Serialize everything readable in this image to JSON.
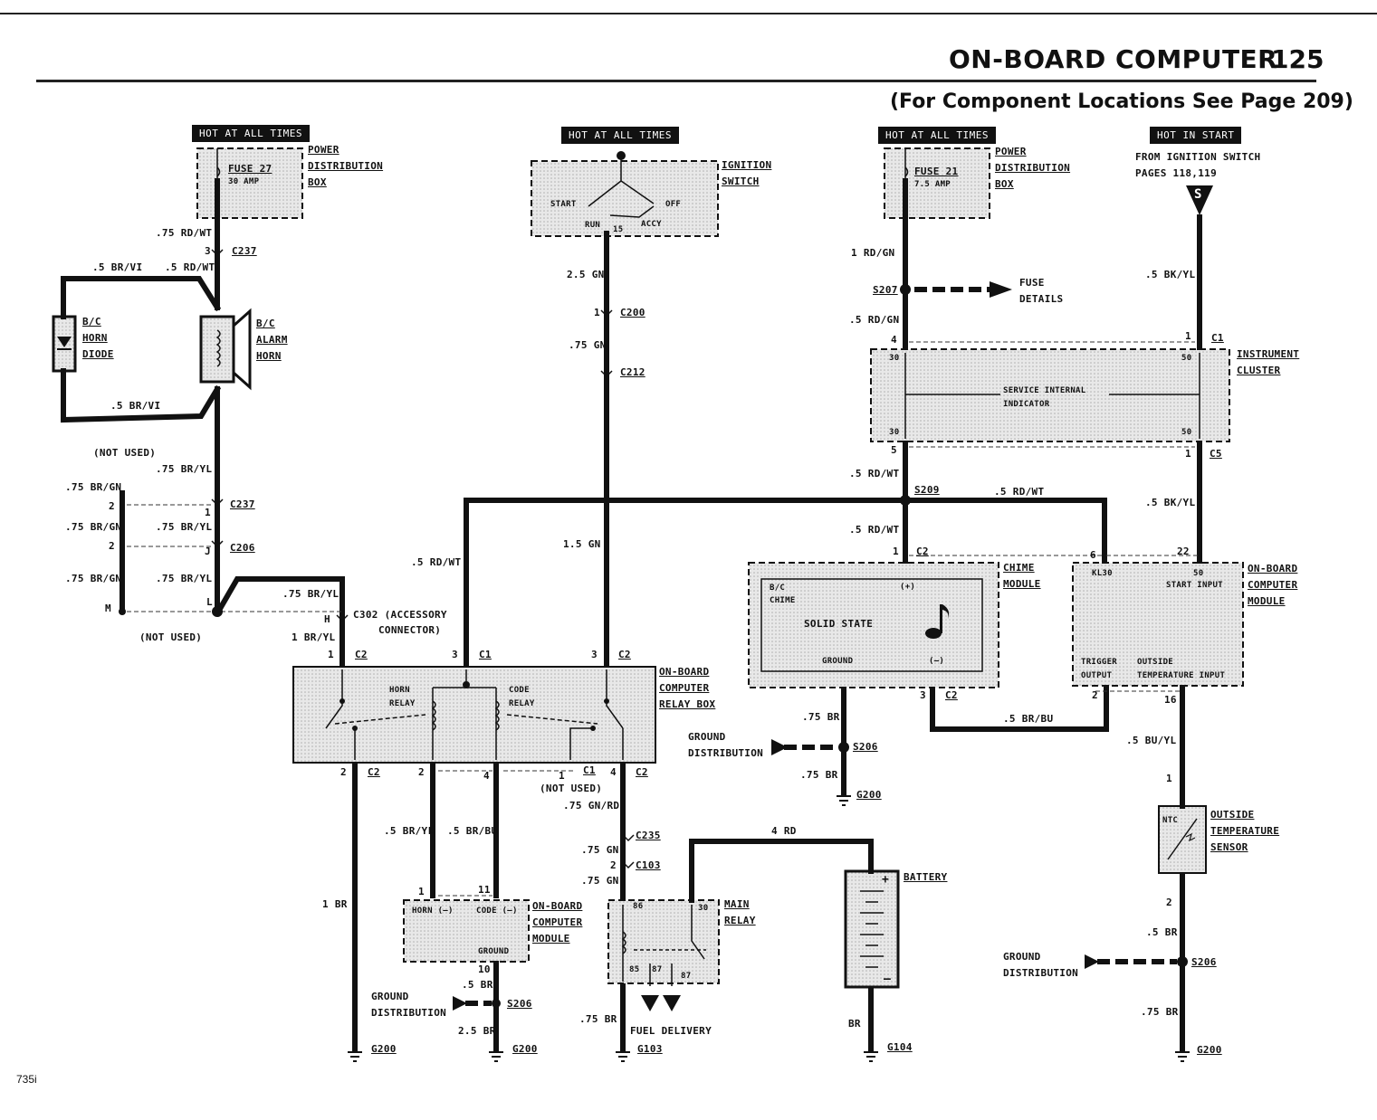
{
  "header": {
    "title": "ON-BOARD COMPUTER",
    "page_number": "125",
    "subtitle": "(For Component Locations See Page 209)"
  },
  "footer": {
    "model": "735i"
  },
  "power": {
    "hot1": "HOT AT ALL TIMES",
    "hot2": "HOT AT ALL TIMES",
    "hot3": "HOT AT ALL TIMES",
    "hot4": "HOT IN START",
    "pdb_a": [
      "POWER",
      "DISTRIBUTION",
      "BOX"
    ],
    "pdb_b": [
      "POWER",
      "DISTRIBUTION",
      "BOX"
    ],
    "fuse27": "FUSE 27",
    "fuse27_amp": "30 AMP",
    "fuse21": "FUSE 21",
    "fuse21_amp": "7.5 AMP",
    "ign_switch": [
      "IGNITION",
      "SWITCH"
    ],
    "ign_start": "START",
    "ign_off": "OFF",
    "ign_run": "RUN",
    "ign_15": "15",
    "ign_accy": "ACCY",
    "from_ign": [
      "FROM IGNITION SWITCH",
      "PAGES 118,119"
    ],
    "s_marker": "S"
  },
  "left": {
    "w1": ".75 RD/WT",
    "c237a": "C237",
    "pin3": "3",
    "w2": ".5 BR/VI",
    "w3": ".5 RD/WT",
    "diode": [
      "B/C",
      "HORN",
      "DIODE"
    ],
    "horn": [
      "B/C",
      "ALARM",
      "HORN"
    ],
    "w4": ".5 BR/VI",
    "not_used1": "(NOT USED)",
    "w5": ".75 BR/GN",
    "w6": ".75 BR/YL",
    "p2a": "2",
    "p1a": "1",
    "c237b": "C237",
    "w7": ".75 BR/GN",
    "w8": ".75 BR/YL",
    "p2b": "2",
    "pja": "J",
    "c206": "C206",
    "w9": ".75 BR/GN",
    "w10": ".75 BR/YL",
    "pm": "M",
    "pl": "L",
    "not_used2": "(NOT USED)",
    "w11": ".75 BR/YL",
    "ph": "H",
    "c302": "C302 (ACCESSORY",
    "c302b": "CONNECTOR)",
    "w12": "1 BR/YL"
  },
  "relaybox": {
    "name": [
      "ON-BOARD",
      "COMPUTER",
      "RELAY BOX"
    ],
    "horn_relay": [
      "HORN",
      "RELAY"
    ],
    "code_relay": [
      "CODE",
      "RELAY"
    ],
    "top": [
      {
        "pin": "1",
        "conn": "C2"
      },
      {
        "pin": "3",
        "conn": "C1"
      },
      {
        "pin": "3",
        "conn": "C2"
      }
    ],
    "bottom": [
      {
        "pin": "2",
        "conn": "C2"
      },
      {
        "pin": "2",
        "conn": ""
      },
      {
        "pin": "4",
        "conn": ""
      },
      {
        "pin": "1",
        "conn": "C1"
      },
      {
        "pin": "4",
        "conn": "C2"
      }
    ],
    "not_used": "(NOT USED)"
  },
  "center": {
    "w1": "2.5 GN",
    "p1": "1",
    "c200": "C200",
    "w2": ".75 GN",
    "c212": "C212",
    "w3": "1.5 GN",
    "w4": ".5 RD/WT",
    "w5": ".75 GN/RD",
    "c235": "C235",
    "w6": ".75 GN",
    "p2": "2",
    "c103": "C103",
    "w7": ".75 GN",
    "w8": "4 RD",
    "w9": ".5 BR/YL",
    "w10": ".5 BR/BU",
    "w11": "1 BR"
  },
  "obc_small": {
    "name": [
      "ON-BOARD",
      "COMPUTER",
      "MODULE"
    ],
    "horn": "HORN (–)",
    "code": "CODE (–)",
    "ground": "GROUND",
    "p1": "1",
    "p11": "11",
    "p10": "10",
    "w1": ".5 BR",
    "w2": "2.5 BR",
    "s206": "S206",
    "gd": [
      "GROUND",
      "DISTRIBUTION"
    ]
  },
  "main_relay": {
    "name": [
      "MAIN",
      "RELAY"
    ],
    "p86": "86",
    "p30": "30",
    "p85": "85",
    "p87a": "87",
    "p87b": "87",
    "fuel": "FUEL DELIVERY",
    "w1": ".75 BR"
  },
  "battery": {
    "name": "BATTERY",
    "plus": "+",
    "minus": "–",
    "w1": "BR"
  },
  "grounds": {
    "g200a": "G200",
    "g200b": "G200",
    "g103": "G103",
    "g104": "G104",
    "g200c": "G200",
    "g200d": "G200"
  },
  "right": {
    "w1": "1 RD/GN",
    "s207": "S207",
    "fuse_details": [
      "FUSE",
      "DETAILS"
    ],
    "w2": ".5 RD/GN",
    "w3": ".5 BK/YL",
    "p4": "4",
    "p1": "1",
    "c1": "C1",
    "cluster": [
      "INSTRUMENT",
      "CLUSTER"
    ],
    "p30a": "30",
    "p50a": "50",
    "indicator": [
      "SERVICE INTERNAL",
      "INDICATOR"
    ],
    "p30b": "30",
    "p50b": "50",
    "p5": "5",
    "p1b": "1",
    "c5": "C5",
    "w4": ".5 RD/WT",
    "s209": "S209",
    "w5": ".5 RD/WT",
    "w6": ".5 BK/YL",
    "w7": ".5 RD/WT",
    "p1c": "1",
    "c2": "C2",
    "p6": "6",
    "p22": "22"
  },
  "chime": {
    "name": [
      "CHIME",
      "MODULE"
    ],
    "bc": [
      "B/C",
      "CHIME"
    ],
    "solid": "SOLID STATE",
    "plus": "(+)",
    "minus": "(–)",
    "ground": "GROUND",
    "p3": "3",
    "c2": "C2",
    "w1": ".75 BR",
    "s206": "S206",
    "gd": [
      "GROUND",
      "DISTRIBUTION"
    ],
    "w2": ".75 BR",
    "w3": ".5 BR/BU"
  },
  "obc_right": {
    "name": [
      "ON-BOARD",
      "COMPUTER",
      "MODULE"
    ],
    "kl30": "KL30",
    "p50": "50",
    "start": "START INPUT",
    "trigger": [
      "TRIGGER",
      "OUTPUT"
    ],
    "outside": [
      "OUTSIDE",
      "TEMPERATURE INPUT"
    ],
    "p2": "2",
    "p16": "16"
  },
  "sensor": {
    "name": [
      "OUTSIDE",
      "TEMPERATURE",
      "SENSOR"
    ],
    "ntc": "NTC",
    "w1": ".5 BU/YL",
    "p1": "1",
    "p2": "2",
    "w2": ".5 BR",
    "s206": "S206",
    "gd": [
      "GROUND",
      "DISTRIBUTION"
    ],
    "w3": ".75 BR"
  }
}
